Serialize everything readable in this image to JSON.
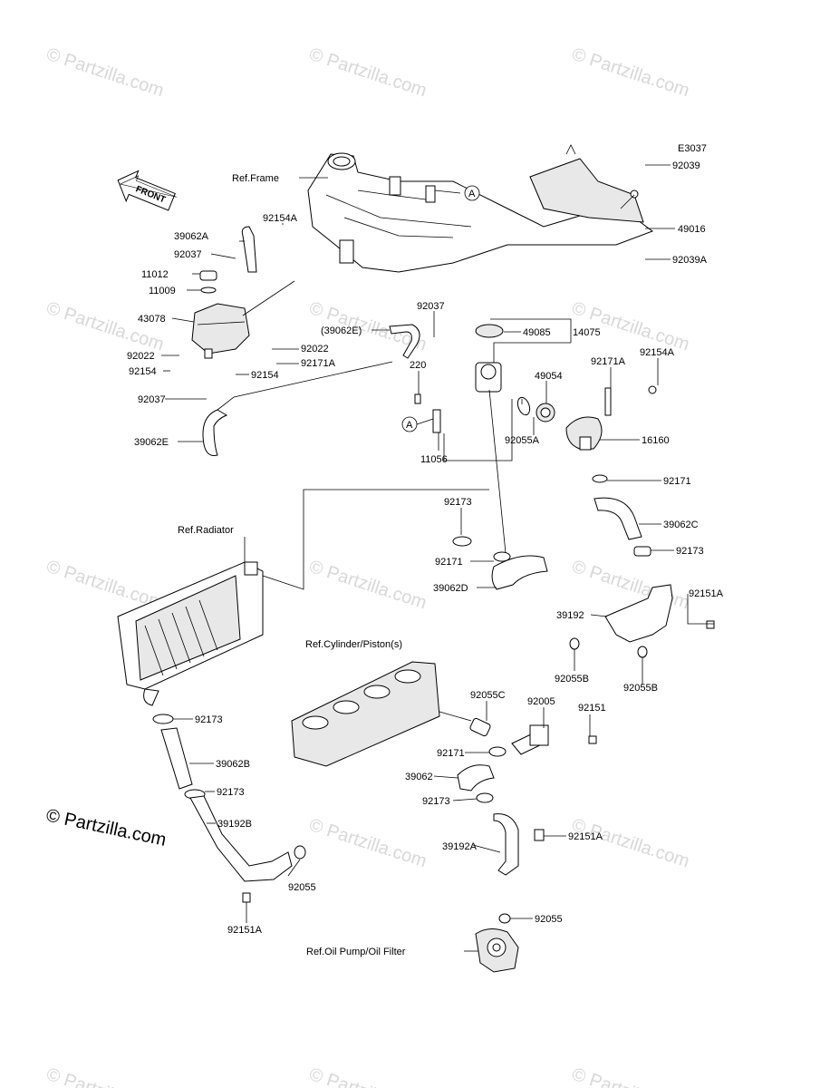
{
  "diagram_code": "E3037",
  "copyright": "© Partzilla.com",
  "watermark": "© Partzilla.com",
  "front_label": "FRONT",
  "references": {
    "frame": "Ref.Frame",
    "radiator": "Ref.Radiator",
    "cylinder": "Ref.Cylinder/Piston(s)",
    "oil_pump": "Ref.Oil Pump/Oil Filter"
  },
  "parts": {
    "p92039": "92039",
    "p49016": "49016",
    "p92039A": "92039A",
    "p92154A_top": "92154A",
    "p39062A": "39062A",
    "p92037_a": "92037",
    "p11012": "11012",
    "p11009": "11009",
    "p43078": "43078",
    "p92022_a": "92022",
    "p92022_b": "92022",
    "p92154_a": "92154",
    "p92171A_left": "92171A",
    "p92154_b": "92154",
    "p92037_b": "92037",
    "p39062E": "39062E",
    "p39062E_ref": "(39062E)",
    "p92037_c": "92037",
    "p49085": "49085",
    "p14075": "14075",
    "p220": "220",
    "p49054": "49054",
    "p92171A_right": "92171A",
    "p92154A_right": "92154A",
    "p92055A": "92055A",
    "p16160": "16160",
    "p11056": "11056",
    "p92171_a": "92171",
    "p39062C": "39062C",
    "p92173_a": "92173",
    "p92173_b": "92173",
    "p92171_b": "92171",
    "p39062D": "39062D",
    "p92151A_a": "92151A",
    "p39192": "39192",
    "p92055B_a": "92055B",
    "p92055B_b": "92055B",
    "p92173_c": "92173",
    "p92055C": "92055C",
    "p92005": "92005",
    "p92151": "92151",
    "p39062B": "39062B",
    "p92171_c": "92171",
    "p39062": "39062",
    "p92173_d": "92173",
    "p92173_e": "92173",
    "p39192B": "39192B",
    "p39192A": "39192A",
    "p92151A_b": "92151A",
    "p92055_a": "92055",
    "p92055_b": "92055",
    "p92151A_c": "92151A"
  },
  "callout_a": "A"
}
